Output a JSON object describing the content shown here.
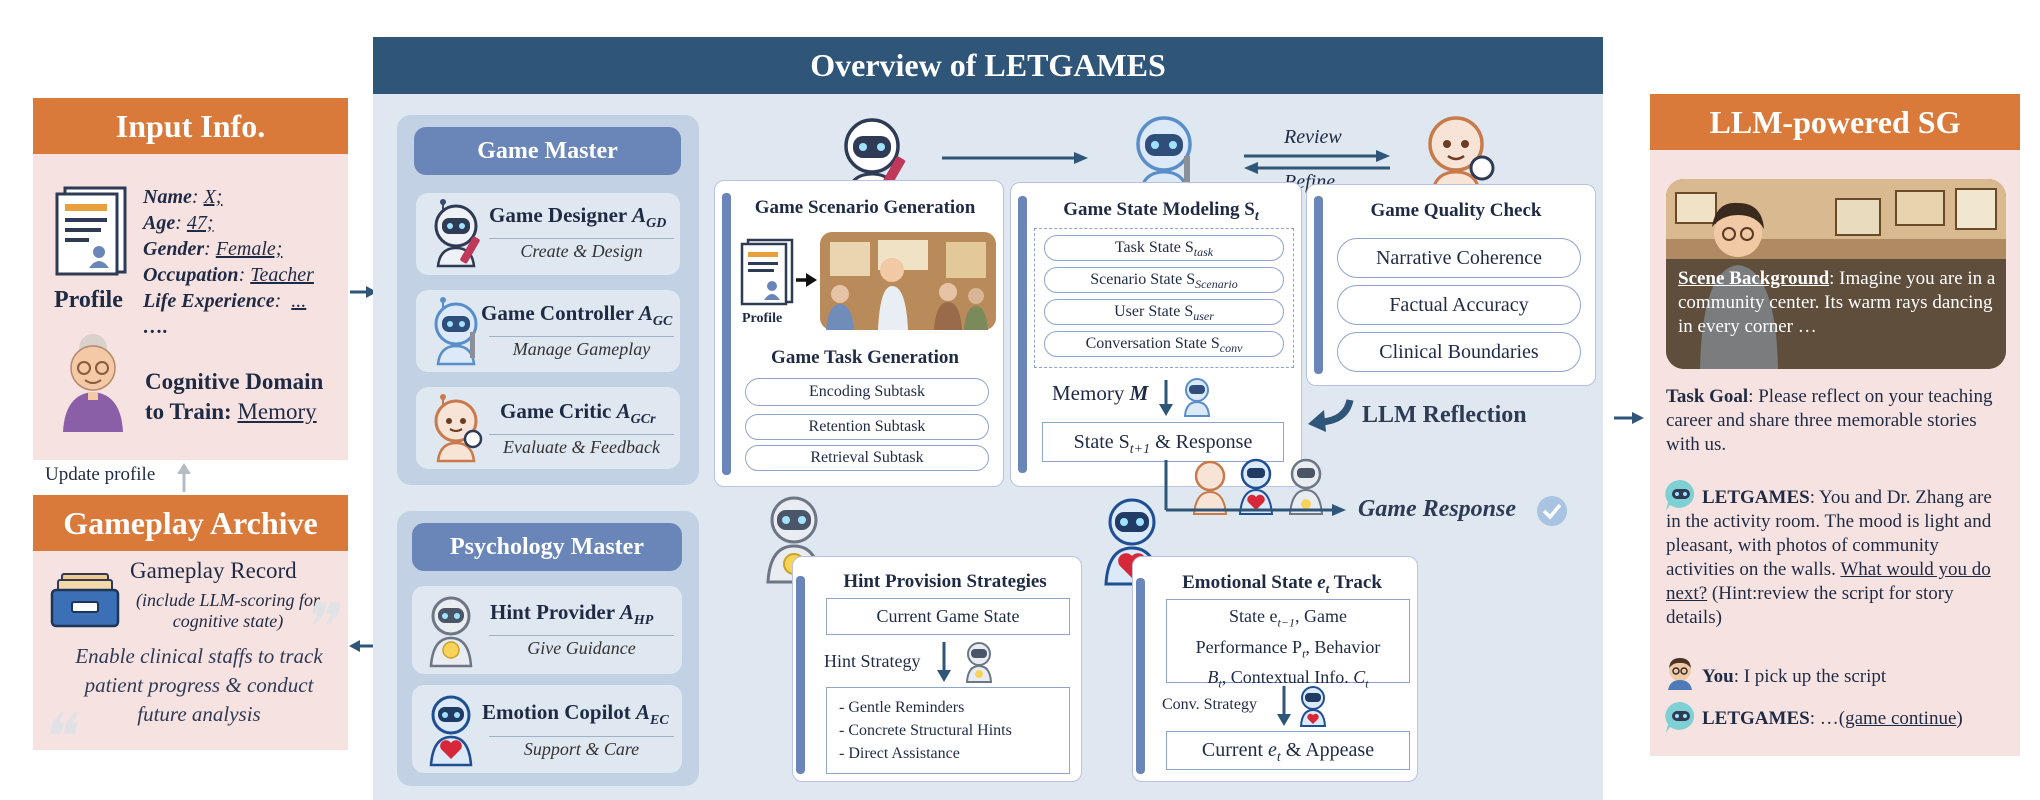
{
  "main_title": "Overview of LETGAMES",
  "input_panel": {
    "title": "Input Info.",
    "profile_label": "Profile",
    "fields": [
      {
        "key": "Name",
        "value": "X;"
      },
      {
        "key": "Age",
        "value": "47;"
      },
      {
        "key": "Gender",
        "value": "Female;"
      },
      {
        "key": "Occupation",
        "value": "Teacher"
      },
      {
        "key": "Life Experience",
        "value": "..."
      }
    ],
    "ellipsis": "….",
    "cognitive_label_1": "Cognitive Domain",
    "cognitive_label_2": "to Train:",
    "cognitive_value": "Memory"
  },
  "update_profile": "Update profile",
  "archive_panel": {
    "title": "Gameplay Archive",
    "record_title": "Gameplay Record",
    "record_note": "(include LLM-scoring for cognitive state)",
    "description": "Enable clinical staffs to track patient progress & conduct future analysis"
  },
  "game_master": {
    "title": "Game Master",
    "agents": [
      {
        "name": "Game Designer",
        "symbol": "A",
        "sub": "GD",
        "role": "Create & Design"
      },
      {
        "name": "Game Controller",
        "symbol": "A",
        "sub": "GC",
        "role": "Manage Gameplay"
      },
      {
        "name": "Game Critic",
        "symbol": "A",
        "sub": "GCr",
        "role": "Evaluate & Feedback"
      }
    ]
  },
  "psychology_master": {
    "title": "Psychology Master",
    "agents": [
      {
        "name": "Hint Provider",
        "symbol": "A",
        "sub": "HP",
        "role": "Give Guidance"
      },
      {
        "name": "Emotion Copilot",
        "symbol": "A",
        "sub": "EC",
        "role": "Support & Care"
      }
    ]
  },
  "scenario_panel": {
    "title": "Game Scenario Generation",
    "profile_label": "Profile",
    "task_title": "Game Task Generation",
    "subtasks": [
      "Encoding Subtask",
      "Retention Subtask",
      "Retrieval Subtask"
    ]
  },
  "state_panel": {
    "title": "Game State Modeling S",
    "title_sub": "t",
    "states": [
      {
        "label": "Task State S",
        "sub": "task"
      },
      {
        "label": "Scenario State S",
        "sub": "Scenario"
      },
      {
        "label": "User State S",
        "sub": "user"
      },
      {
        "label": "Conversation State S",
        "sub": "conv"
      }
    ],
    "memory_label": "Memory",
    "memory_symbol": "M",
    "response_label": "State S",
    "response_sub": "t+1",
    "response_suffix": " & Response"
  },
  "review_label": "Review",
  "refine_label": "Refine",
  "quality_panel": {
    "title": "Game Quality Check",
    "checks": [
      "Narrative Coherence",
      "Factual Accuracy",
      "Clinical Boundaries"
    ]
  },
  "llm_reflection": "LLM Reflection",
  "game_response": "Game Response",
  "hint_panel": {
    "title": "Hint Provision Strategies",
    "current_state": "Current Game State",
    "strategy_label": "Hint Strategy",
    "strategies": [
      "- Gentle Reminders",
      "- Concrete Structural Hints",
      "- Direct Assistance"
    ]
  },
  "emotion_panel": {
    "title": "Emotional State",
    "title_symbol": "e",
    "title_sub": "t",
    "title_suffix": "Track",
    "state_line_1": "State e",
    "state_line_1_sub": "t−1",
    "state_line_1_suffix": ", Game",
    "state_line_2": "Performance P",
    "state_line_2_sub": "t",
    "state_line_2_suffix": ", Behavior",
    "state_line_3_a": "B",
    "state_line_3_a_sub": "t",
    "state_line_3_b": ", Contextual Info.",
    "state_line_3_c": "C",
    "state_line_3_c_sub": "t",
    "conv_strategy": "Conv. Strategy",
    "result_prefix": "Current",
    "result_symbol": "e",
    "result_sub": "t",
    "result_suffix": " & Appease"
  },
  "sg_panel": {
    "title": "LLM-powered SG",
    "scene_label": "Scene Background",
    "scene_text": ": Imagine you are in a community center. Its warm rays dancing in every corner …",
    "task_goal_label": "Task Goal",
    "task_goal_text": ": Please reflect on your teaching career and share three memorable stories with us.",
    "msg1_speaker": "LETGAMES",
    "msg1_text": ": You and Dr. Zhang are in the activity room. The mood is light and pleasant, with photos of community activities on the walls.",
    "msg1_question": "What would you do next?",
    "msg1_hint": "(Hint:review the script for story details)",
    "msg2_speaker": "You",
    "msg2_text": ": I pick up the script",
    "msg3_speaker": "LETGAMES",
    "msg3_prefix": ": …(",
    "msg3_link": "game continue",
    "msg3_suffix": ")"
  },
  "colors": {
    "orange": "#d9793a",
    "navy": "#2f5578",
    "panel_blue": "#6a85b8",
    "pink_bg": "#f6e3e1"
  }
}
